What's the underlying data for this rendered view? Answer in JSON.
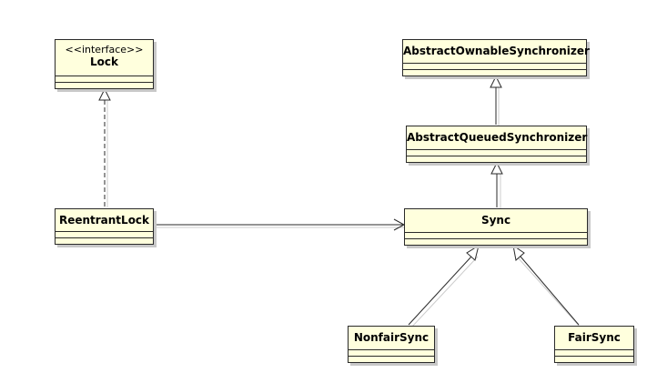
{
  "diagram": {
    "classes": {
      "lock": {
        "stereotype": "<<interface>>",
        "name": "Lock"
      },
      "reentrant_lock": {
        "name": "ReentrantLock"
      },
      "aos": {
        "name": "AbstractOwnableSynchronizer"
      },
      "aqs": {
        "name": "AbstractQueuedSynchronizer"
      },
      "sync": {
        "name": "Sync"
      },
      "nonfair_sync": {
        "name": "NonfairSync"
      },
      "fair_sync": {
        "name": "FairSync"
      }
    },
    "relationships": [
      {
        "from": "ReentrantLock",
        "to": "Lock",
        "kind": "realization"
      },
      {
        "from": "ReentrantLock",
        "to": "Sync",
        "kind": "association"
      },
      {
        "from": "AbstractQueuedSynchronizer",
        "to": "AbstractOwnableSynchronizer",
        "kind": "generalization"
      },
      {
        "from": "Sync",
        "to": "AbstractQueuedSynchronizer",
        "kind": "generalization"
      },
      {
        "from": "NonfairSync",
        "to": "Sync",
        "kind": "generalization"
      },
      {
        "from": "FairSync",
        "to": "Sync",
        "kind": "generalization"
      }
    ],
    "colors": {
      "class_fill": "#ffffdd",
      "line": "#2a2a2a",
      "shadow": "#c8c8c8"
    }
  }
}
